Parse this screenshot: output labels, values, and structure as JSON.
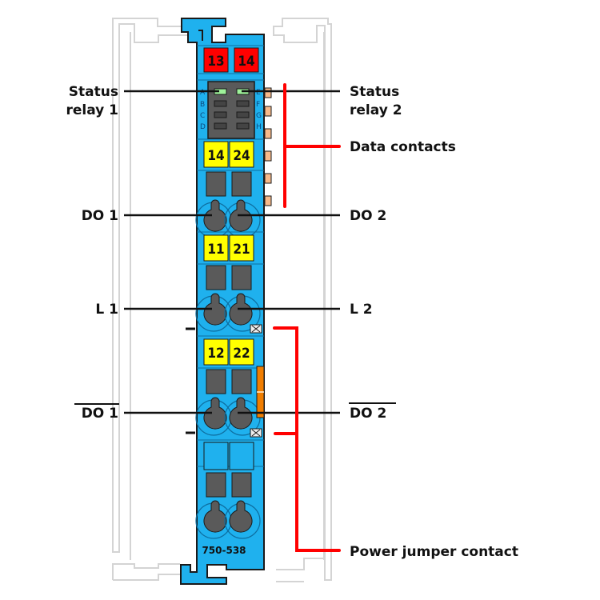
{
  "diagram": {
    "module_part_number": "750-538",
    "top_terminals": [
      {
        "label": "13",
        "color": "#ff0000"
      },
      {
        "label": "14",
        "color": "#ff0000"
      }
    ],
    "led_block": {
      "left_letters": [
        "A",
        "B",
        "C",
        "D"
      ],
      "right_letters": [
        "E",
        "F",
        "G",
        "H"
      ],
      "active_leds": [
        "A",
        "E"
      ],
      "active_color": "#9ef29a",
      "inactive_color": "#555555"
    },
    "terminal_groups": [
      {
        "labels": [
          "14",
          "24"
        ],
        "color": "#ffff00"
      },
      {
        "labels": [
          "11",
          "21"
        ],
        "color": "#ffff00"
      },
      {
        "labels": [
          "12",
          "22"
        ],
        "color": "#ffff00"
      },
      {
        "labels": [
          "",
          ""
        ],
        "color": "#1fb1ee"
      }
    ],
    "callouts_left": [
      {
        "id": "status-relay-1",
        "lines": [
          "Status",
          "relay 1"
        ],
        "overline": false
      },
      {
        "id": "do-1",
        "lines": [
          "DO 1"
        ],
        "overline": false
      },
      {
        "id": "l-1",
        "lines": [
          "L 1"
        ],
        "overline": false
      },
      {
        "id": "do-1-inverted",
        "lines": [
          "DO 1"
        ],
        "overline": true
      }
    ],
    "callouts_right": [
      {
        "id": "status-relay-2",
        "lines": [
          "Status",
          "relay 2"
        ],
        "overline": false
      },
      {
        "id": "data-contacts",
        "lines": [
          "Data contacts"
        ],
        "overline": false
      },
      {
        "id": "do-2",
        "lines": [
          "DO 2"
        ],
        "overline": false
      },
      {
        "id": "l-2",
        "lines": [
          "L 2"
        ],
        "overline": false
      },
      {
        "id": "do-2-inverted",
        "lines": [
          "DO 2"
        ],
        "overline": true
      },
      {
        "id": "power-jumper-contact",
        "lines": [
          "Power jumper contact"
        ],
        "overline": false
      }
    ],
    "colors": {
      "module_body": "#1fb1ee",
      "outline": "#1a1a1a",
      "rail": "#d4d4d4",
      "callout_red": "#ff0000",
      "data_contact": "#f7b98a",
      "power_jumper_strip": "#f07d00",
      "clamp_gray": "#5a5a5a"
    }
  }
}
